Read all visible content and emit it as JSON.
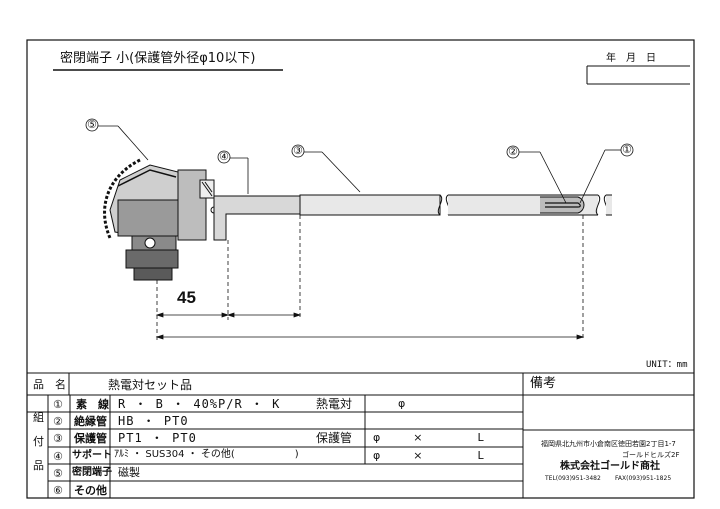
{
  "title": "密閉端子 小(保護管外径φ10以下)",
  "date_label": "年　月　日",
  "unit": "UNIT：mm",
  "dimension": "45",
  "callouts": [
    "①",
    "②",
    "③",
    "④",
    "⑤"
  ],
  "table": {
    "hinmei_label": "品　名",
    "hinmei_value": "熱電対セット品",
    "side_label": [
      "組",
      "付",
      "品"
    ],
    "rows": [
      {
        "no": "①",
        "name": "素　線",
        "value": "R ・ B ・ 40%P/R ・ K",
        "extra_label": "熱電対",
        "extra": "φ"
      },
      {
        "no": "②",
        "name": "絶縁管",
        "value": "HB ・ PT0"
      },
      {
        "no": "③",
        "name": "保護管",
        "value": "PT1 ・ PT0",
        "extra_label": "保護管",
        "extra": "φ　　　×　　　　　L"
      },
      {
        "no": "④",
        "name": "サポート",
        "value": "ｱﾙﾐ ・ SUS304 ・ その他(　　　　　　)",
        "extra": "φ　　　×　　　　　L"
      },
      {
        "no": "⑤",
        "name": "密閉端子",
        "value": "磁製"
      },
      {
        "no": "⑥",
        "name": "その他",
        "value": ""
      }
    ],
    "remarks_label": "備考"
  },
  "company": {
    "address": "福岡県北九州市小倉南区徳田若園2丁目1-7",
    "building": "ゴールドヒルズ2F",
    "name": "株式会社ゴールド商社",
    "tel": "TEL(093)951-3482",
    "fax": "FAX(093)951-1825"
  }
}
